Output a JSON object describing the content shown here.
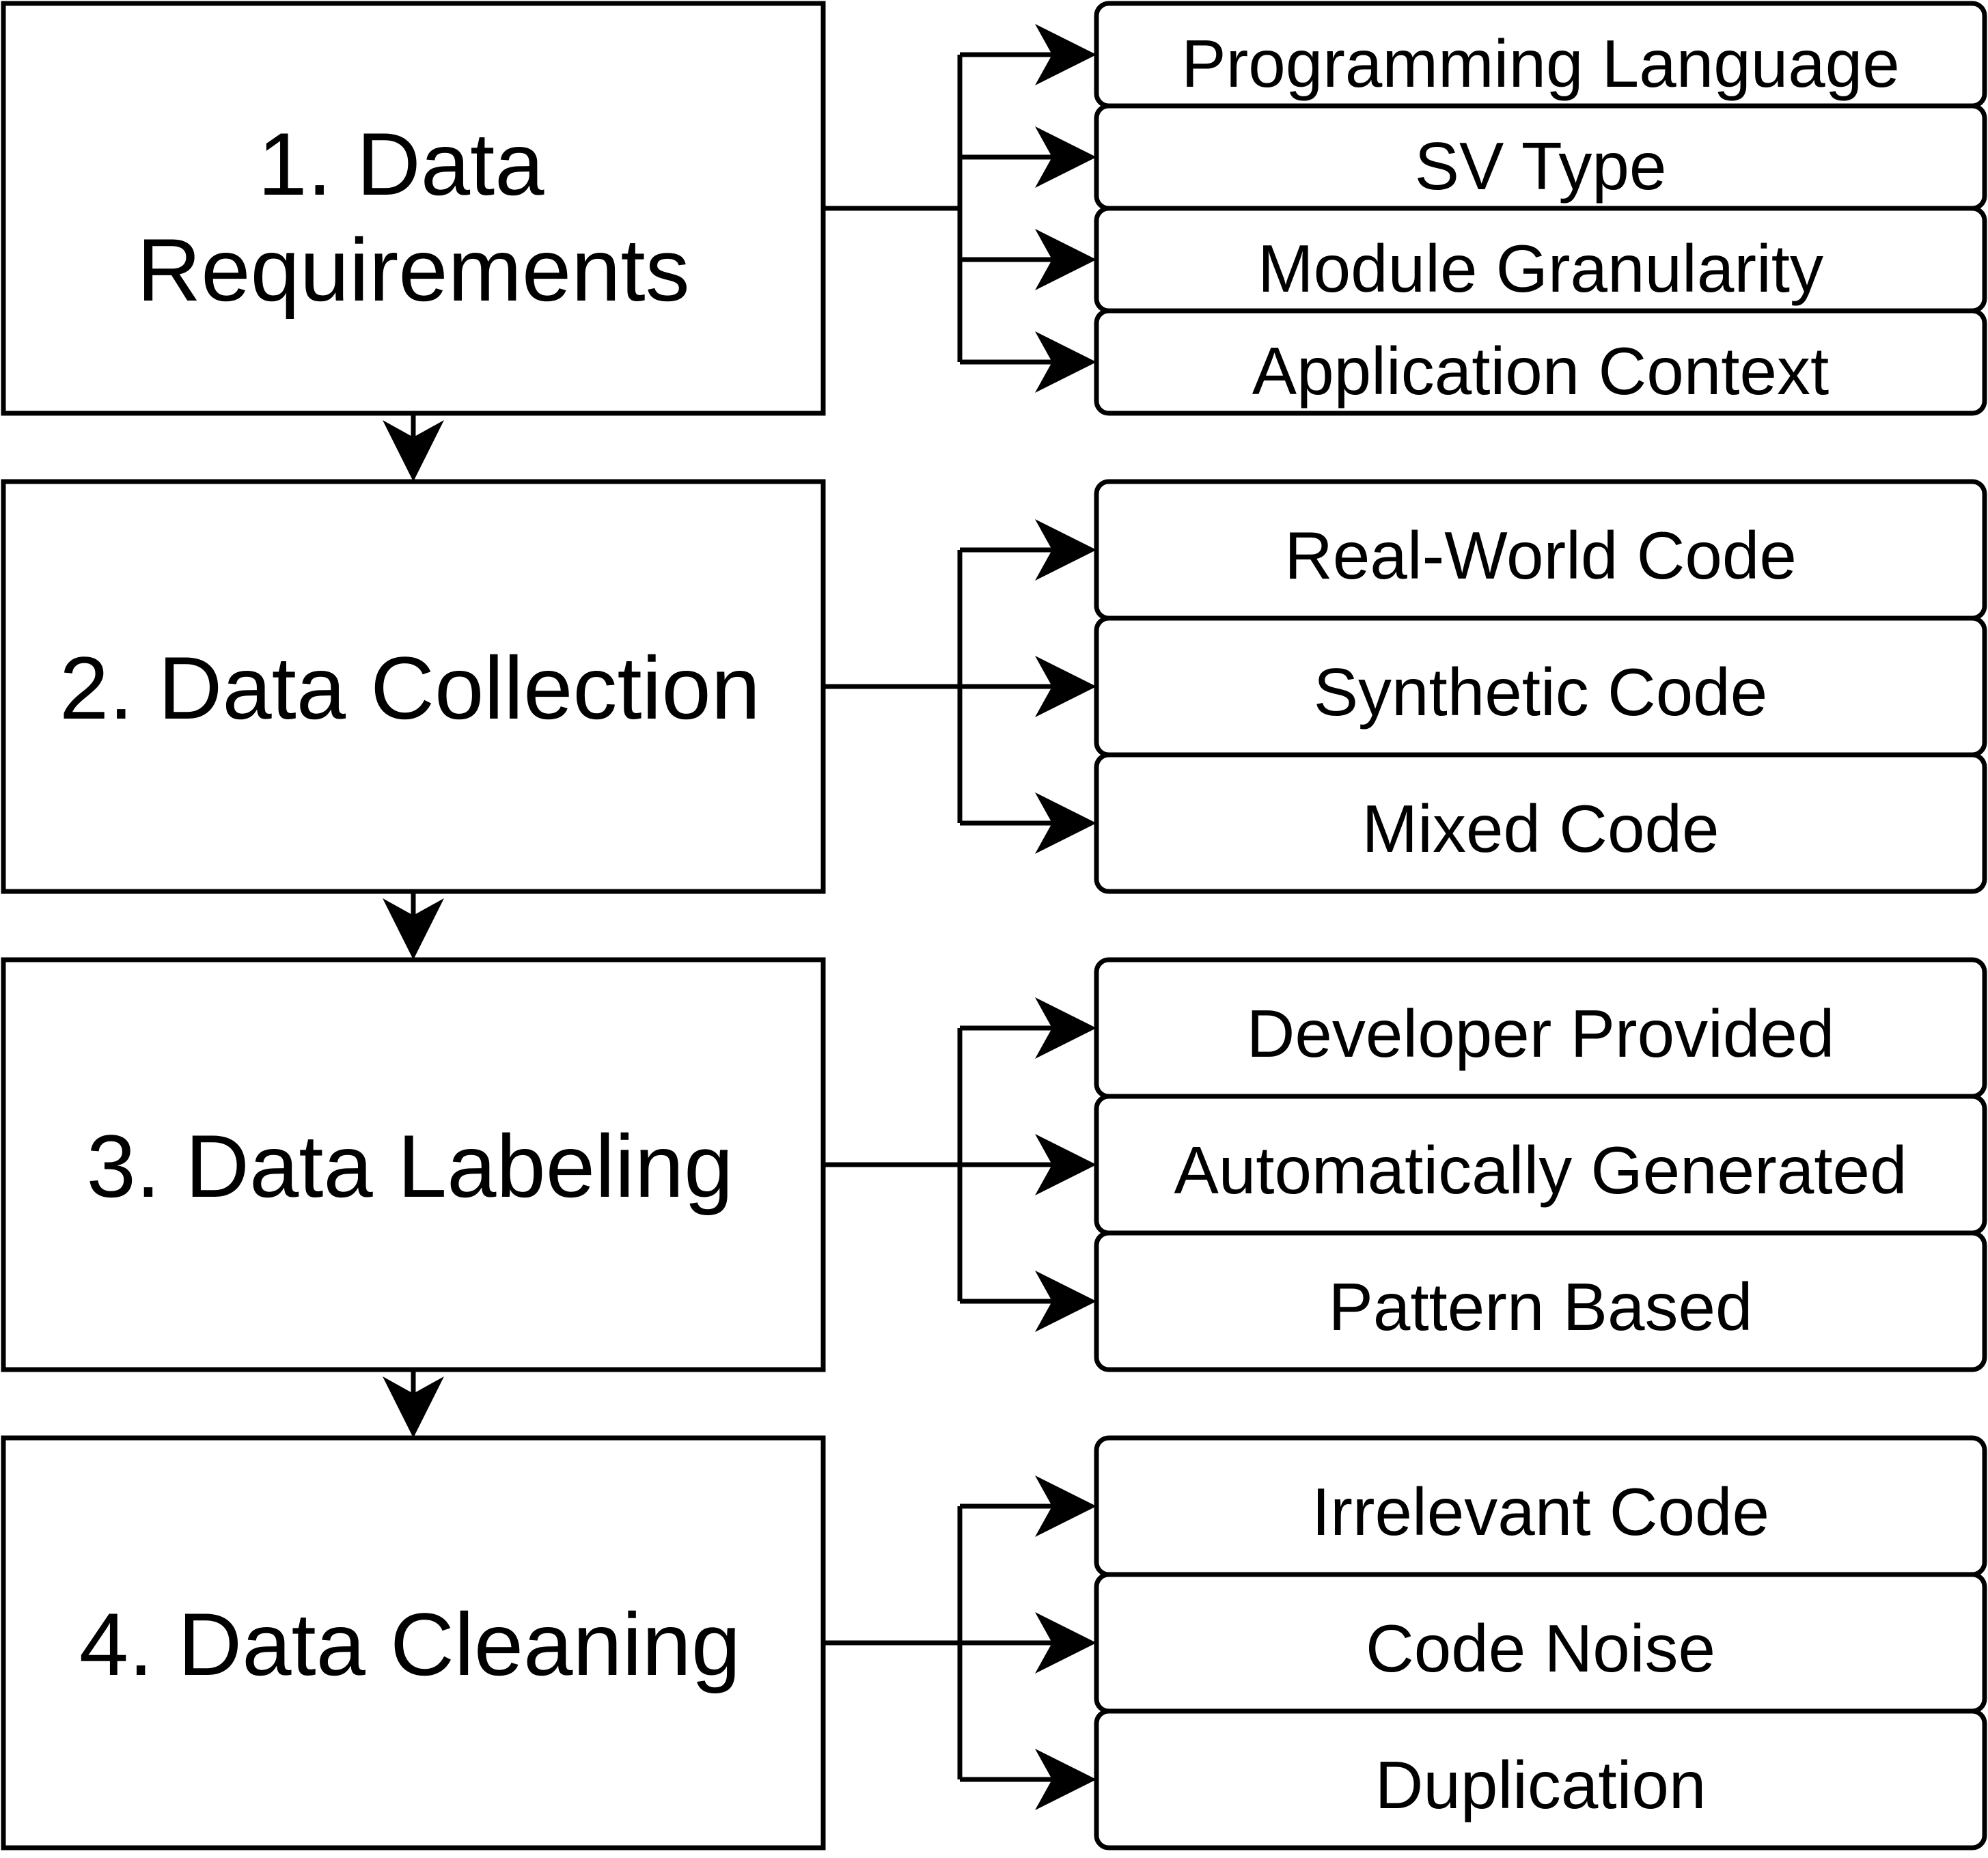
{
  "steps": [
    {
      "title_lines": [
        "1. Data",
        "Requirements"
      ],
      "items": [
        "Programming Language",
        "SV Type",
        "Module Granularity",
        "Application Context"
      ]
    },
    {
      "title_lines": [
        "2. Data Collection"
      ],
      "items": [
        "Real-World Code",
        "Synthetic Code",
        "Mixed Code"
      ]
    },
    {
      "title_lines": [
        "3. Data Labeling"
      ],
      "items": [
        "Developer Provided",
        "Automatically Generated",
        "Pattern Based"
      ]
    },
    {
      "title_lines": [
        "4. Data Cleaning"
      ],
      "items": [
        "Irrelevant Code",
        "Code Noise",
        "Duplication"
      ]
    }
  ]
}
